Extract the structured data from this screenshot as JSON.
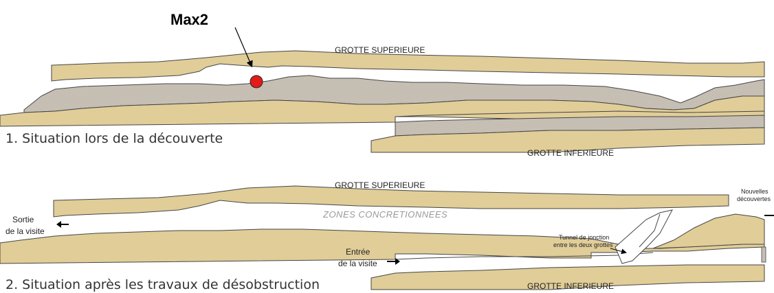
{
  "marker": {
    "label": "Max2",
    "color": "#e31b1b"
  },
  "colors": {
    "rock": "#e0cd98",
    "deposit": "#c9c2b7",
    "outline": "#444444"
  },
  "panel1": {
    "top_label": "GROTTE SUPERIEURE",
    "bottom_label": "GROTTE INFERIEURE",
    "caption": "1. Situation lors de la découverte"
  },
  "panel2": {
    "top_label": "GROTTE SUPERIEURE",
    "bottom_label": "GROTTE INFERIEURE",
    "zones_label": "ZONES CONCRETIONNEES",
    "exit_line1": "Sortie",
    "exit_line2": "de la visite",
    "entry_line1": "Entrée",
    "entry_line2": "de la visite",
    "tunnel_line1": "Tunnel de jonction",
    "tunnel_line2": "entre les deux grottes",
    "new_line1": "Nouvelles",
    "new_line2": "découvertes",
    "caption": "2. Situation après les travaux de désobstruction"
  }
}
